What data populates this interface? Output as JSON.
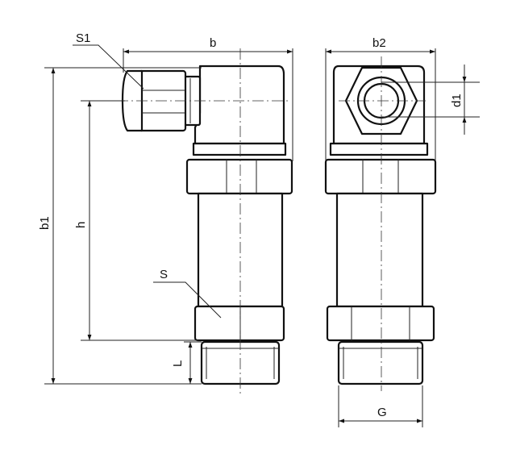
{
  "labels": {
    "s1": "S1",
    "b": "b",
    "b2": "b2",
    "d1": "d1",
    "b1": "b1",
    "h": "h",
    "s": "S",
    "l": "L",
    "g": "G"
  },
  "colors": {
    "stroke": "#111111",
    "background": "#ffffff"
  }
}
